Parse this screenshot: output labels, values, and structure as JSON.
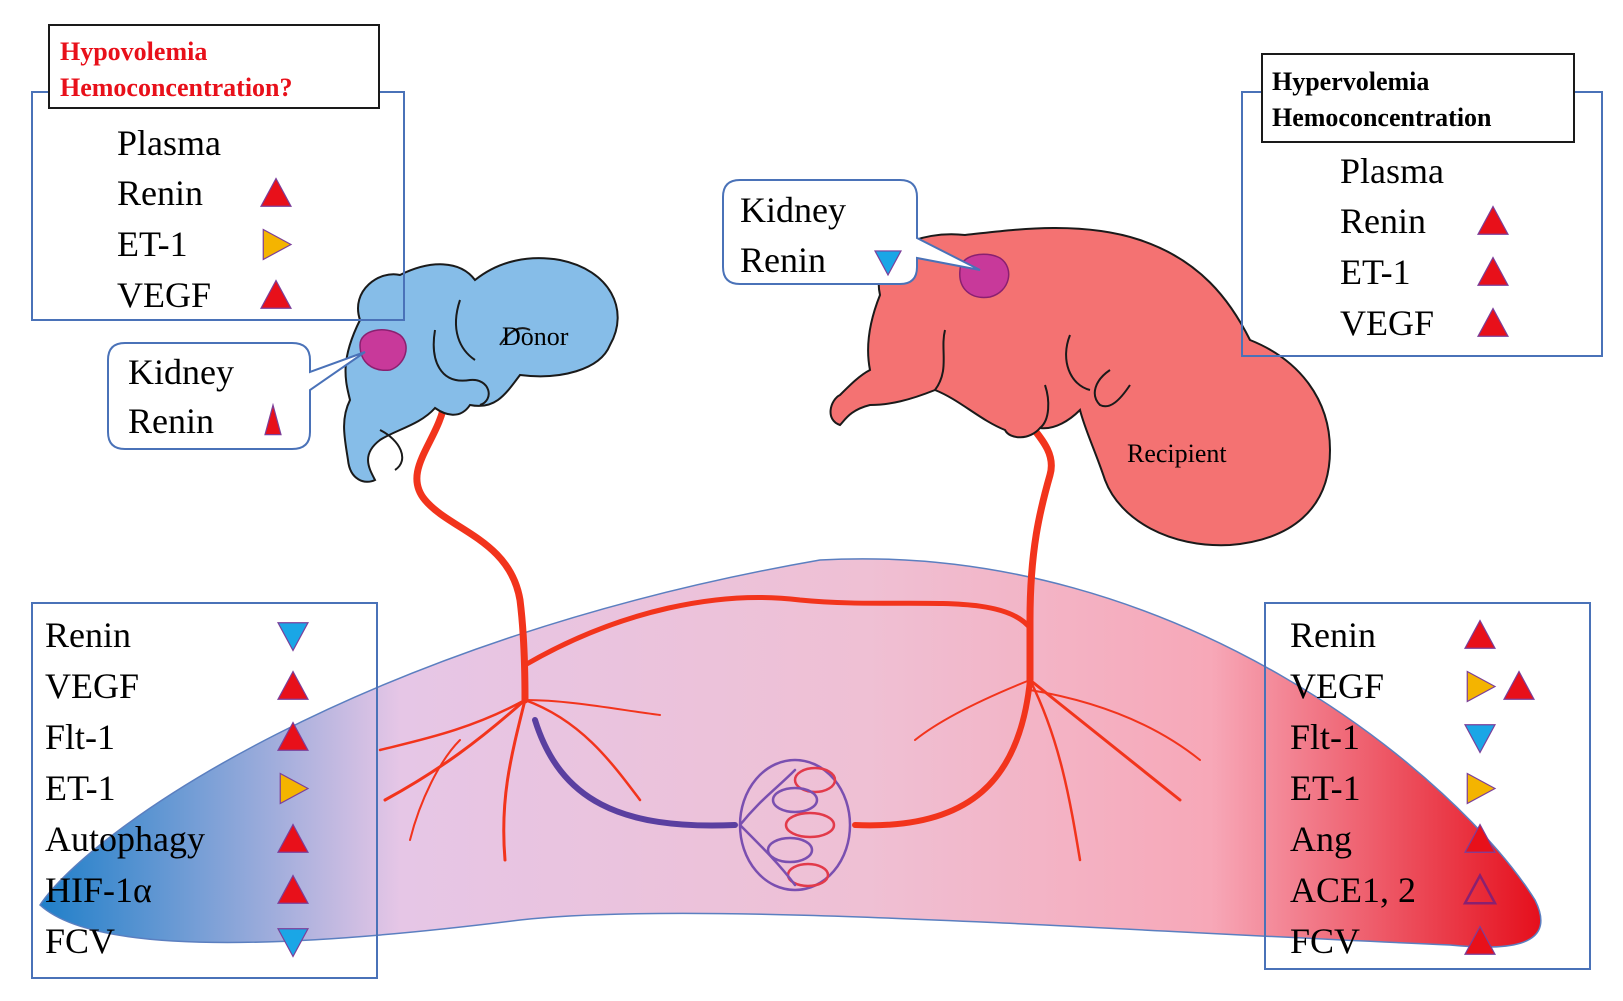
{
  "donor_header": {
    "line1": "Hypovolemia",
    "line2": "Hemoconcentration?",
    "color": "#e8101a"
  },
  "recipient_header": {
    "line1": "Hypervolemia",
    "line2": "Hemoconcentration"
  },
  "donor_plasma": {
    "title": "Plasma",
    "items": [
      {
        "label": "Renin",
        "trend": "up"
      },
      {
        "label": "ET-1",
        "trend": "unchanged"
      },
      {
        "label": "VEGF",
        "trend": "up"
      }
    ]
  },
  "recipient_plasma": {
    "title": "Plasma",
    "items": [
      {
        "label": "Renin",
        "trend": "up"
      },
      {
        "label": "ET-1",
        "trend": "up"
      },
      {
        "label": "VEGF",
        "trend": "up"
      }
    ]
  },
  "donor_kidney": {
    "line1": "Kidney",
    "line2": "Renin",
    "trend": "up-small"
  },
  "recipient_kidney": {
    "line1": "Kidney",
    "line2": "Renin",
    "trend": "down"
  },
  "fetus_labels": {
    "donor": "Donor",
    "recipient": "Recipient"
  },
  "donor_placenta": {
    "items": [
      {
        "label": "Renin",
        "trend": "down"
      },
      {
        "label": "VEGF",
        "trend": "up"
      },
      {
        "label": "Flt-1",
        "trend": "up"
      },
      {
        "label": "ET-1",
        "trend": "unchanged"
      },
      {
        "label": "Autophagy",
        "trend": "up"
      },
      {
        "label": "HIF-1α",
        "trend": "up"
      },
      {
        "label": "FCV",
        "trend": "down"
      }
    ]
  },
  "recipient_placenta": {
    "items": [
      {
        "label": "Renin",
        "trend": "up"
      },
      {
        "label": "VEGF",
        "trend": "unchanged-up"
      },
      {
        "label": "Flt-1",
        "trend": "down"
      },
      {
        "label": "ET-1",
        "trend": "unchanged"
      },
      {
        "label": "Ang",
        "trend": "up"
      },
      {
        "label": "ACE1, 2",
        "trend": "up-outline"
      },
      {
        "label": "FCV",
        "trend": "up"
      }
    ]
  },
  "colors": {
    "up": "#e8101a",
    "down": "#1aa6e6",
    "unchanged": "#f4b400",
    "box_border": "#4a72b8",
    "donor_body": "#86bde8",
    "recipient_body": "#f47272",
    "kidney": "#c8399a",
    "vessel": "#f2341c",
    "vein": "#5a3fa0"
  }
}
